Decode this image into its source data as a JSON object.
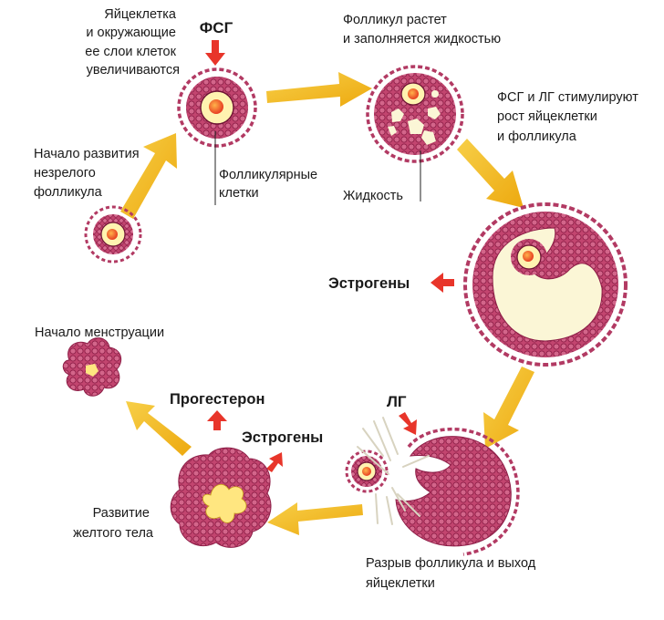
{
  "labels": {
    "oocyte_growth": [
      "Яйцеклетка",
      "и окружающие",
      "ее слои клеток",
      "увеличиваются"
    ],
    "fsh_top": "ФСГ",
    "follicle_grows": [
      "Фолликул растет",
      "и заполняется жидкостью"
    ],
    "fsh_lh_stimulate": [
      "ФСГ и ЛГ стимулируют",
      "рост яйцеклетки",
      "и фолликула"
    ],
    "immature_start": [
      "Начало развития",
      "незрелого",
      "фолликула"
    ],
    "follicular_cells": [
      "Фолликулярные",
      "клетки"
    ],
    "fluid": "Жидкость",
    "estrogens_right": "Эстрогены",
    "menstruation_start": "Начало менструации",
    "progesterone": "Прогестерон",
    "lh": "ЛГ",
    "estrogens_bottom": "Эстрогены",
    "corpus_luteum": [
      "Развитие",
      "желтого тела"
    ],
    "rupture": [
      "Разрыв фолликула и выход",
      "яйцеклетки"
    ]
  },
  "colors": {
    "cell_fill": "#c2456f",
    "cell_dark": "#8d1e47",
    "cell_light": "#e6a2b9",
    "yolk": "#fff3b0",
    "nucleus": "#f25a2a",
    "antrum": "#fbf6d6",
    "big_arrow": "#f2b81a",
    "small_arrow": "#e8352a"
  }
}
